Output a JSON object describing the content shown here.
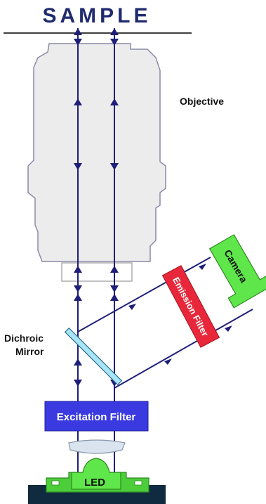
{
  "labels": {
    "sample": "SAMPLE",
    "objective": "Objective",
    "dichroic_line1": "Dichroic",
    "dichroic_line2": "Mirror",
    "excitation_filter": "Excitation Filter",
    "emission_filter": "Emission Filter",
    "camera": "Camera",
    "led": "LED"
  },
  "colors": {
    "beam": "#1f1f7a",
    "excitation_filter": "#3a3ae0",
    "emission_filter": "#e8283a",
    "camera": "#5ee64a",
    "led_base": "#4ccd3a",
    "mirror": "#a8e6f7",
    "objective_fill": "#ececec",
    "sample_text": "#1f2b6e"
  }
}
